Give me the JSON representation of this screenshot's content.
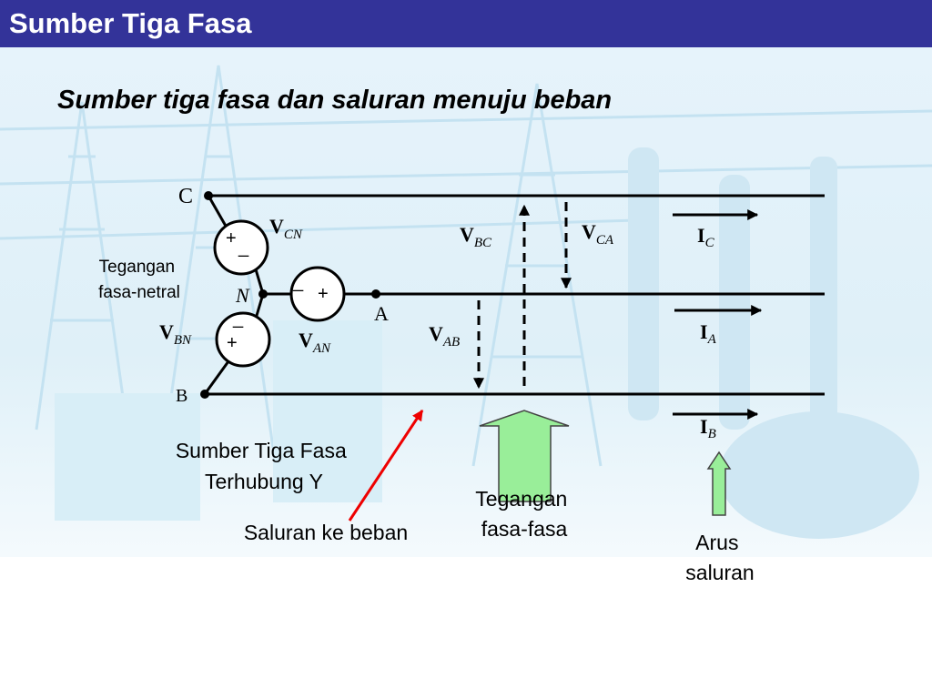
{
  "header": {
    "title": "Sumber Tiga Fasa"
  },
  "subtitle": "Sumber tiga fasa dan saluran menuju beban",
  "nodes": {
    "c": "C",
    "n": "N",
    "a": "A",
    "b": "B"
  },
  "sources": {
    "cn": {
      "plus": "+",
      "minus": "_"
    },
    "an": {
      "minus": "_",
      "plus": "+"
    },
    "bn": {
      "minus": "_",
      "plus": "+"
    }
  },
  "voltages": {
    "v": "V",
    "cn_sub": "CN",
    "an_sub": "AN",
    "bn_sub": "BN",
    "bc_sub": "BC",
    "ca_sub": "CA",
    "ab_sub": "AB"
  },
  "currents": {
    "i": "I",
    "c_sub": "C",
    "a_sub": "A",
    "b_sub": "B"
  },
  "labels": {
    "phase_neutral_1": "Tegangan",
    "phase_neutral_2": "fasa-netral",
    "source_y_1": "Sumber Tiga Fasa",
    "source_y_2": "Terhubung Y",
    "line_to_load": "Saluran ke beban",
    "line_voltage_1": "Tegangan",
    "line_voltage_2": "fasa-fasa",
    "line_current_1": "Arus",
    "line_current_2": "saluran"
  },
  "colors": {
    "header_bg": "#333399",
    "header_text": "#ffffff",
    "arrow_fill": "#99ee99",
    "pointer_red": "#ee0000",
    "background_tint": "#d6ecf7"
  }
}
